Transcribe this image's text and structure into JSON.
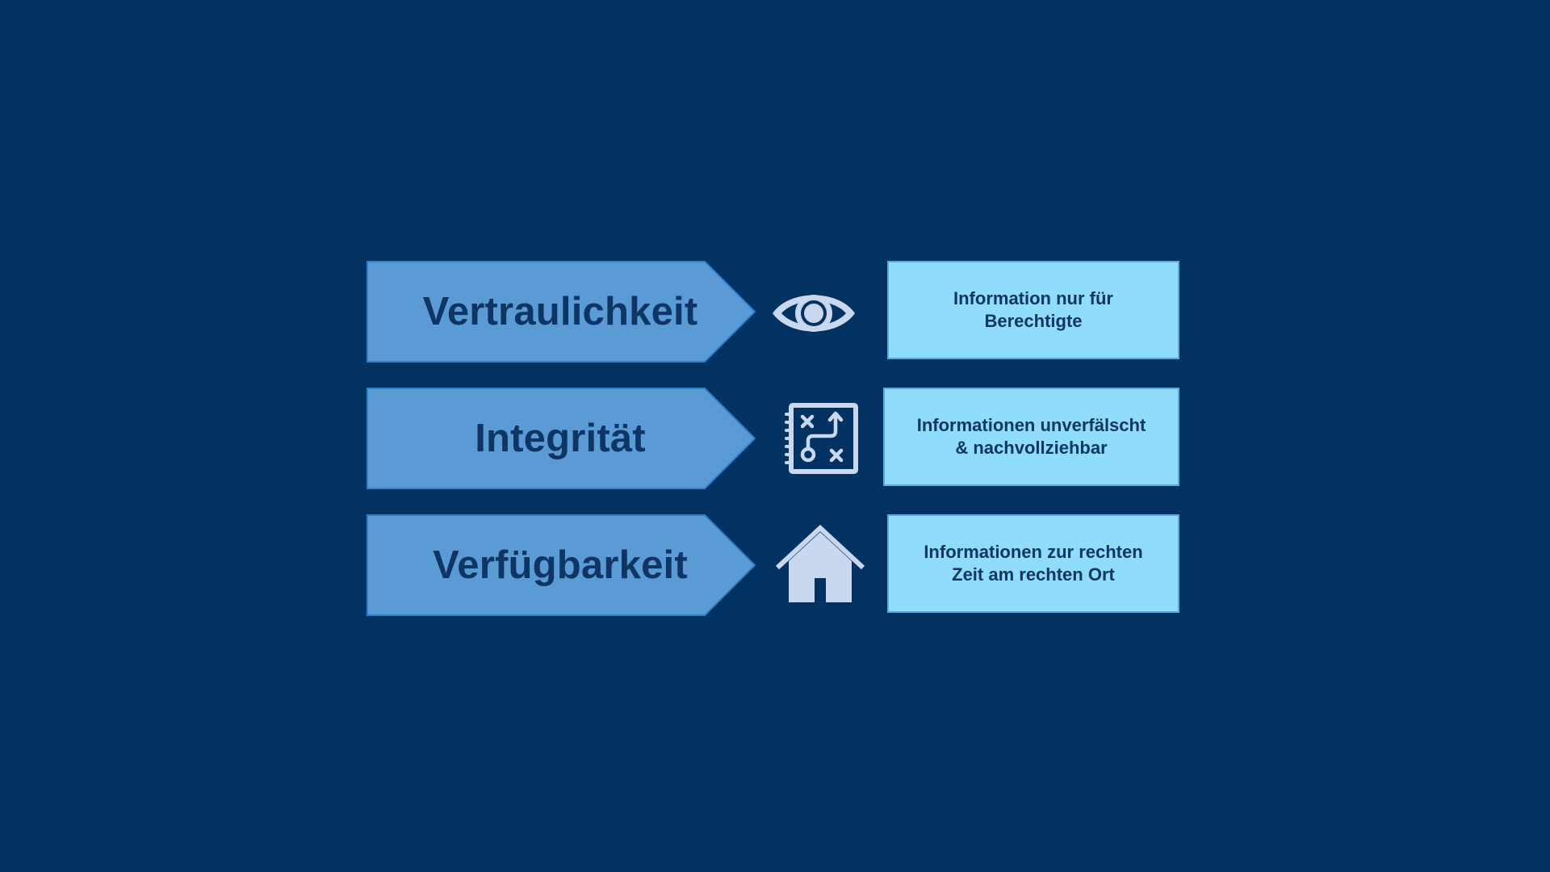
{
  "colors": {
    "background": "#013262",
    "arrow_fill": "#5b9bd5",
    "arrow_border": "#2f80c9",
    "arrow_text": "#0e3563",
    "icon": "#c9d8ee",
    "box_fill": "#8fdcfd",
    "box_border": "#5aa8dc",
    "box_text": "#0e3563"
  },
  "rows": [
    {
      "label": "Vertraulichkeit",
      "icon": "eye-icon",
      "description": "Information nur für\nBerechtigte"
    },
    {
      "label": "Integrität",
      "icon": "strategy-plan-icon",
      "description": "Informationen unverfälscht\n& nachvollziehbar"
    },
    {
      "label": "Verfügbarkeit",
      "icon": "house-icon",
      "description": "Informationen zur rechten\nZeit am rechten Ort"
    }
  ]
}
